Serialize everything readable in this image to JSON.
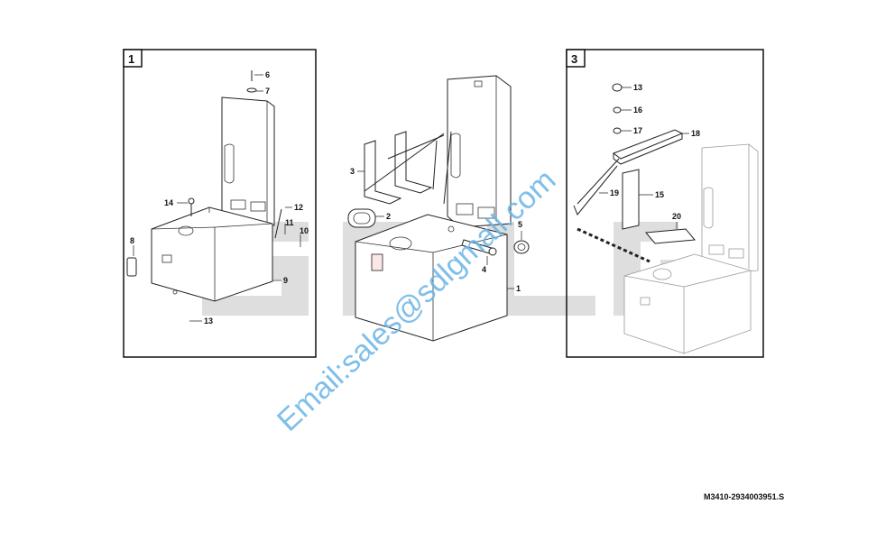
{
  "drawing_code": "M3410-2934003951.S",
  "watermark": {
    "logo_text": "SDLG",
    "email": "Email:sales@sdlgmall.com",
    "logo_color": "#d9d9d9",
    "email_color": "#6ab4e4"
  },
  "panels": {
    "panel_1": {
      "number": "1",
      "callouts": [
        "6",
        "7",
        "14",
        "12",
        "11",
        "10",
        "8",
        "9",
        "13"
      ]
    },
    "panel_2": {
      "callouts": [
        "3",
        "2",
        "5",
        "4",
        "1"
      ]
    },
    "panel_3": {
      "number": "3",
      "callouts": [
        "13",
        "16",
        "17",
        "18",
        "19",
        "15",
        "20"
      ]
    }
  }
}
